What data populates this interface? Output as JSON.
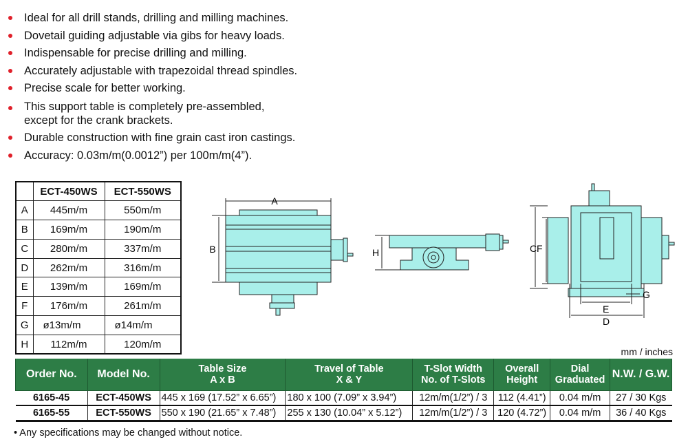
{
  "features": [
    "Ideal for all drill stands, drilling and milling machines.",
    "Dovetail guiding adjustable via gibs for heavy loads.",
    "Indispensable for precise drilling and milling.",
    "Accurately adjustable with trapezoidal thread spindles.",
    "Precise scale for better working.",
    "This support table is completely pre-assembled,",
    "except for the crank brackets.",
    "Durable construction with fine grain cast iron castings.",
    "Accuracy: 0.03m/m(0.0012”) per 100m/m(4”)."
  ],
  "spec_table": {
    "headers": [
      "",
      "ECT-450WS",
      "ECT-550WS"
    ],
    "rows": [
      [
        "A",
        "445m/m",
        "550m/m"
      ],
      [
        "B",
        "169m/m",
        "190m/m"
      ],
      [
        "C",
        "280m/m",
        "337m/m"
      ],
      [
        "D",
        "262m/m",
        "316m/m"
      ],
      [
        "E",
        "139m/m",
        "169m/m"
      ],
      [
        "F",
        "176m/m",
        "261m/m"
      ],
      [
        "G",
        "ø13m/m",
        "ø14m/m"
      ],
      [
        "H",
        "112m/m",
        "120m/m"
      ]
    ]
  },
  "diagram_labels": {
    "a": "A",
    "b": "B",
    "h": "H",
    "c": "C",
    "f": "F",
    "e": "E",
    "d": "D",
    "g": "G"
  },
  "diagram_color": "#a9efea",
  "units": "mm / inches",
  "order_table": {
    "headers": [
      [
        "Order No."
      ],
      [
        "Model No."
      ],
      [
        "Table Size",
        "A x B"
      ],
      [
        "Travel of Table",
        "X & Y"
      ],
      [
        "T-Slot Width",
        "No. of T-Slots"
      ],
      [
        "Overall",
        "Height"
      ],
      [
        "Dial",
        "Graduated"
      ],
      [
        "N.W. / G.W."
      ]
    ],
    "rows": [
      [
        "6165-45",
        "ECT-450WS",
        "445 x 169  (17.52” x 6.65”)",
        "180 x 100  (7.09” x 3.94”)",
        "12m/m(1/2”) / 3",
        "112 (4.41”)",
        "0.04 m/m",
        "27 / 30 Kgs"
      ],
      [
        "6165-55",
        "ECT-550WS",
        "550 x 190  (21.65” x 7.48”)",
        "255 x 130  (10.04” x 5.12”)",
        "12m/m(1/2”) / 3",
        "120 (4.72”)",
        "0.04 m/m",
        "36 / 40 Kgs"
      ]
    ]
  },
  "footnote": "• Any specifications may be changed without notice."
}
